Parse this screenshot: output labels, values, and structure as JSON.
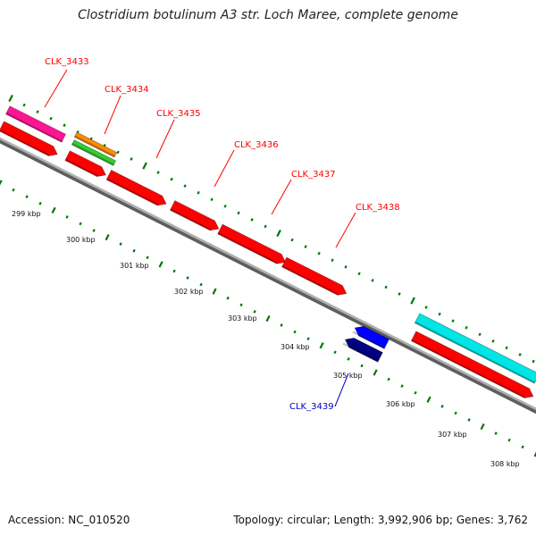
{
  "title": "Clostridium botulinum A3 str. Loch Maree, complete genome",
  "footer": {
    "accession": "Accession: NC_010520",
    "summary": "Topology: circular; Length: 3,992,906 bp; Genes: 3,762"
  },
  "ruler_ticks": [
    "299 kbp",
    "300 kbp",
    "301 kbp",
    "302 kbp",
    "303 kbp",
    "304 kbp",
    "305 kbp",
    "306 kbp",
    "307 kbp",
    "308 kbp"
  ],
  "gene_labels": [
    {
      "name": "CLK_3433",
      "color": "#ff0000"
    },
    {
      "name": "CLK_3434",
      "color": "#ff0000"
    },
    {
      "name": "CLK_3435",
      "color": "#ff0000"
    },
    {
      "name": "CLK_3436",
      "color": "#ff0000"
    },
    {
      "name": "CLK_3437",
      "color": "#ff0000"
    },
    {
      "name": "CLK_3438",
      "color": "#ff0000"
    },
    {
      "name": "CLK_3439",
      "color": "#0000cc"
    }
  ],
  "colors": {
    "backbone": "#8c8c8c",
    "forward_gene": "#ff0000",
    "reverse_gene": "#0000ff",
    "reverse_gene_dark": "#000080",
    "pink_feature": "#ff1493",
    "orange_feature": "#ff8c00",
    "green_feature": "#32cd32",
    "cyan_feature": "#00e5e5",
    "tick_green": "#007700"
  }
}
